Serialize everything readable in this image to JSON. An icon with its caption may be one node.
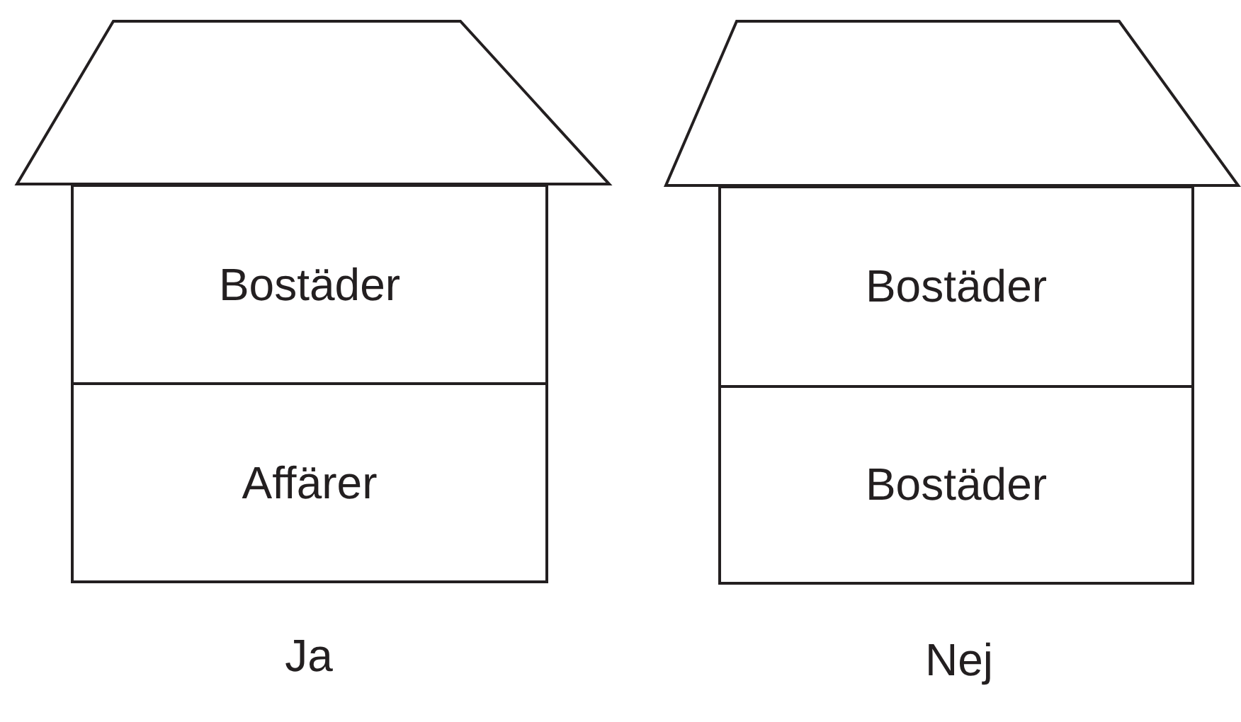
{
  "diagram": {
    "nodes": [
      {
        "text": [
          "Bostäder"
        ]
      },
      {
        "text": [
          "Affärer"
        ]
      },
      {
        "text": [
          "Bostäder"
        ]
      },
      {
        "text": [
          "Bostäder"
        ]
      }
    ],
    "edges": [],
    "labels": [
      "Ja",
      "Nej"
    ]
  }
}
